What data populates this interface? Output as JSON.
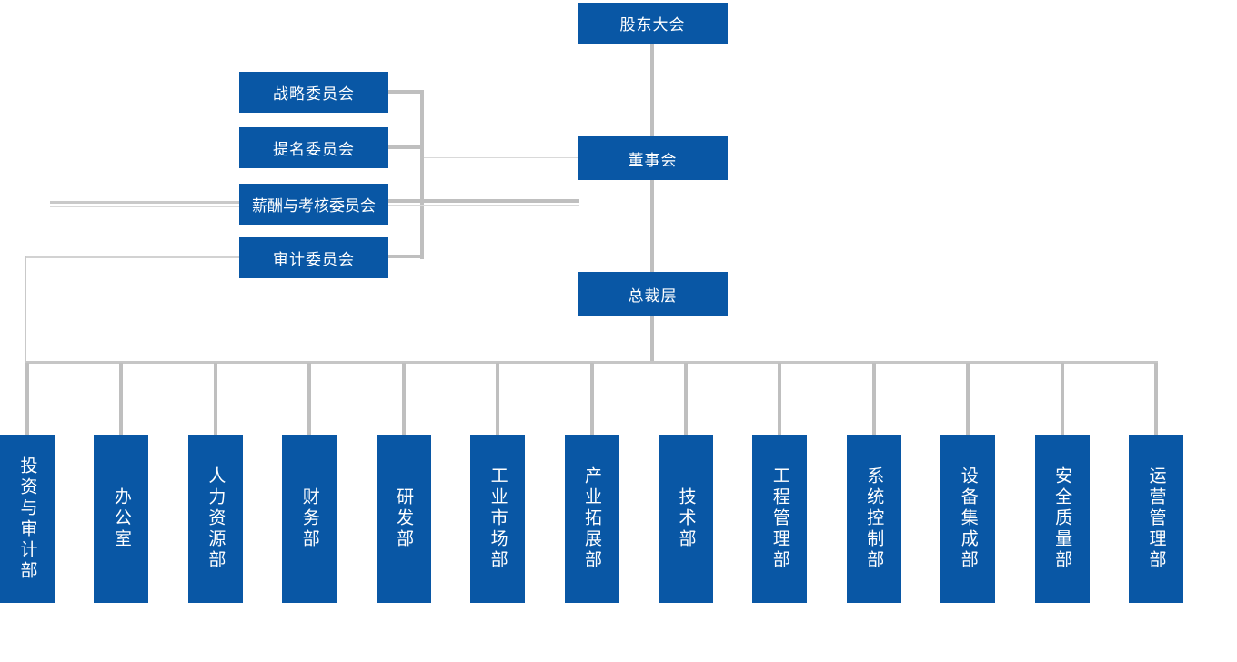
{
  "diagram": {
    "type": "org-chart",
    "root": {
      "label": "股东大会"
    },
    "board": {
      "label": "董事会"
    },
    "executive": {
      "label": "总裁层"
    },
    "committees": [
      {
        "label": "战略委员会"
      },
      {
        "label": "提名委员会"
      },
      {
        "label": "薪酬与考核委员会"
      },
      {
        "label": "审计委员会"
      }
    ],
    "departments": [
      {
        "label": "投资与审计部"
      },
      {
        "label": "办公室"
      },
      {
        "label": "人力资源部"
      },
      {
        "label": "财务部"
      },
      {
        "label": "研发部"
      },
      {
        "label": "工业市场部"
      },
      {
        "label": "产业拓展部"
      },
      {
        "label": "技术部"
      },
      {
        "label": "工程管理部"
      },
      {
        "label": "系统控制部"
      },
      {
        "label": "设备集成部"
      },
      {
        "label": "安全质量部"
      },
      {
        "label": "运营管理部"
      }
    ],
    "colors": {
      "node_fill": "#0957A5",
      "node_text": "#FFFFFF",
      "connector": "#BFBFBF",
      "connector_light": "#D9D9D9"
    }
  }
}
